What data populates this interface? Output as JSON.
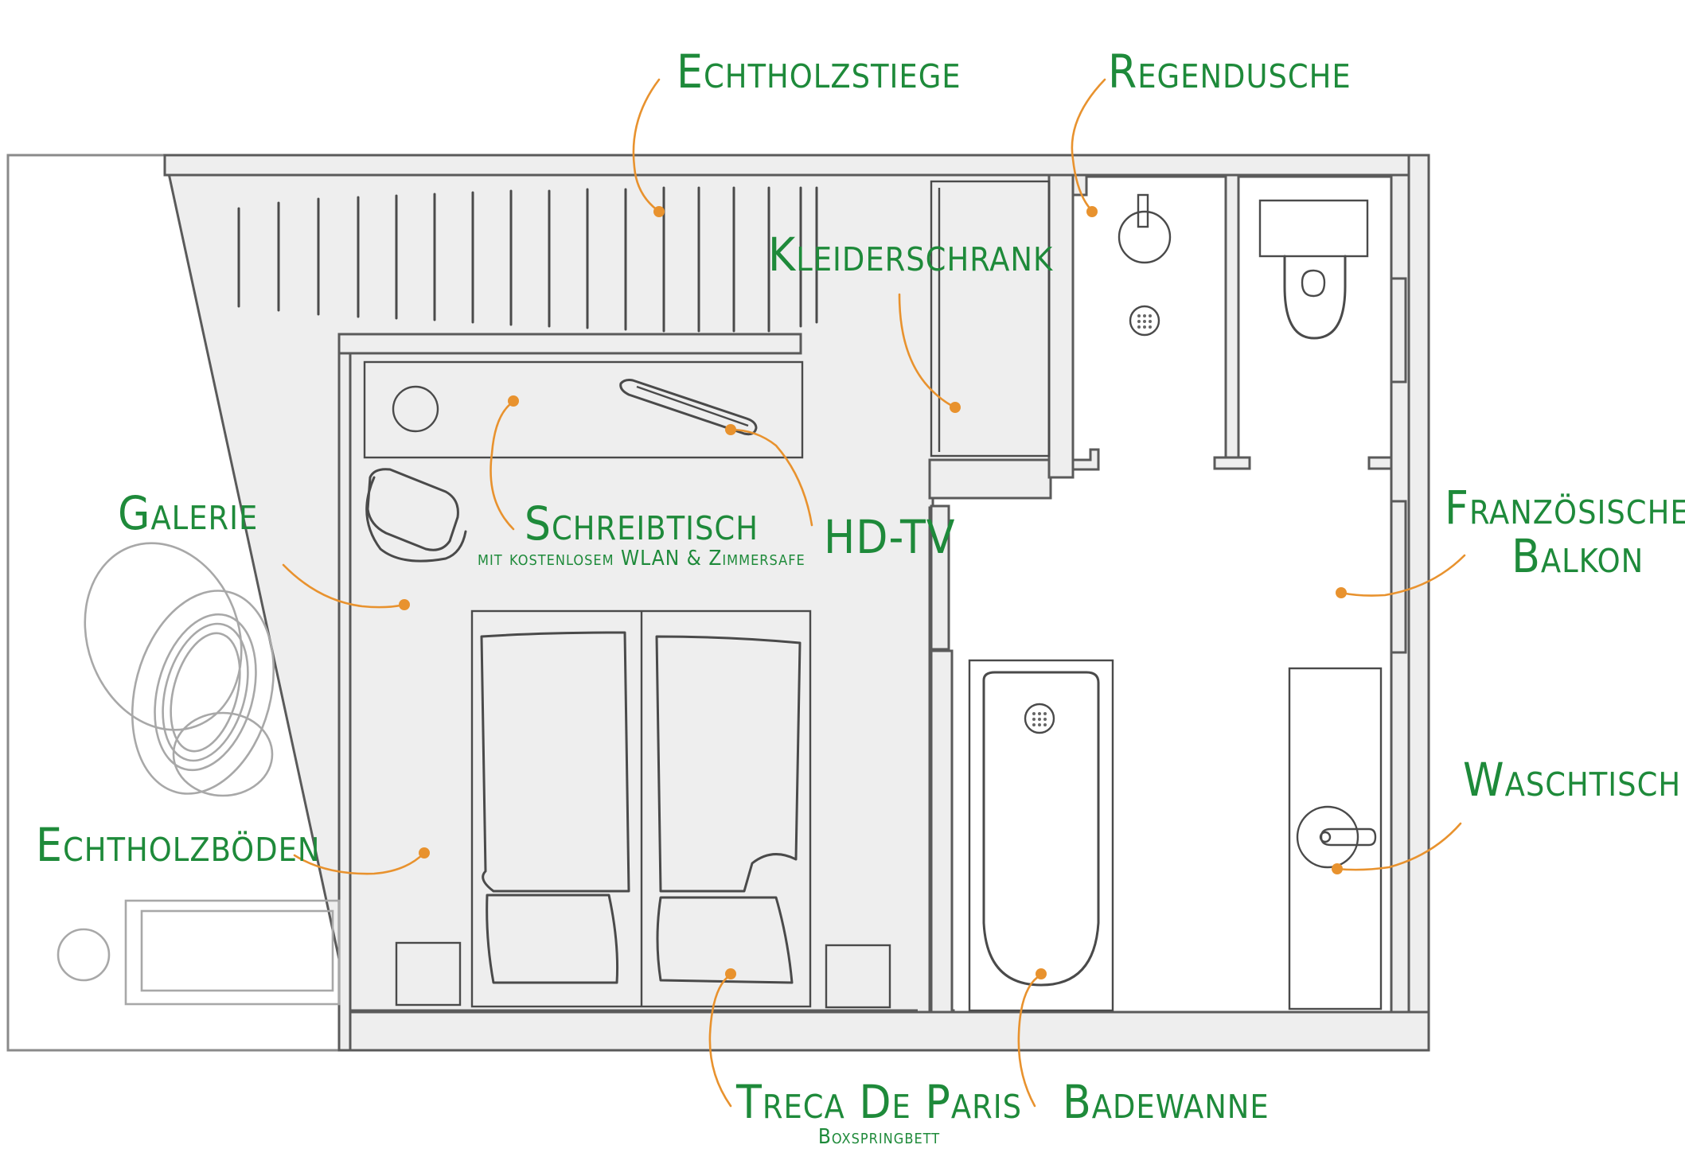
{
  "colors": {
    "label": "#1e8a3a",
    "leader": "#e8922e",
    "wall_fill": "#eeeeee",
    "wall_stroke": "#5a5a5a"
  },
  "labels": {
    "echtholzstiege": "Echtholzstiege",
    "regendusche": "Regendusche",
    "kleiderschrank": "Kleiderschrank",
    "schreibtisch": "Schreibtisch",
    "schreibtisch_sub": "mit kostenlosem WLAN & Zimmersafe",
    "hd_tv": "HD-TV",
    "galerie": "Galerie",
    "franz_balkon_1": "Französischer",
    "franz_balkon_2": "Balkon",
    "waschtisch": "Waschtisch",
    "echtholzboeden": "Echtholzböden",
    "treca": "Treca De Paris",
    "treca_sub": "Boxspringbett",
    "badewanne": "Badewanne"
  }
}
